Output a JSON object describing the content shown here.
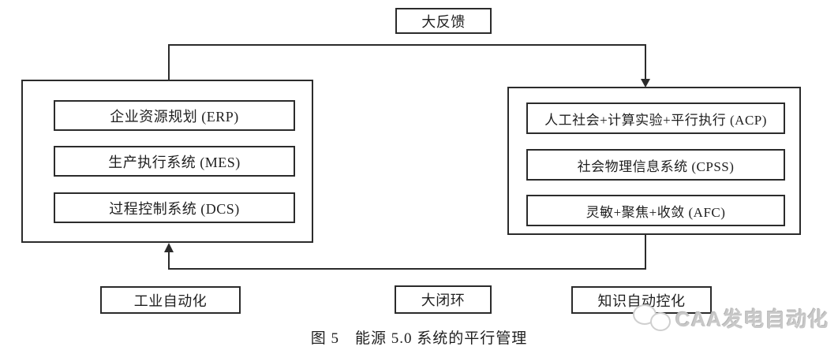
{
  "diagram": {
    "top_feedback": {
      "label": "大反馈"
    },
    "left_panel": {
      "items": [
        {
          "label": "企业资源规划 (ERP)"
        },
        {
          "label": "生产执行系统 (MES)"
        },
        {
          "label": "过程控制系统 (DCS)"
        }
      ]
    },
    "right_panel": {
      "items": [
        {
          "label": "人工社会+计算实验+平行执行 (ACP)"
        },
        {
          "label": "社会物理信息系统 (CPSS)"
        },
        {
          "label": "灵敏+聚焦+收敛 (AFC)"
        }
      ]
    },
    "bottom_boxes": {
      "industrial_automation": "工业自动化",
      "big_closed_loop": "大闭环",
      "knowledge_automation": "知识自动控化"
    },
    "caption": "图 5　能源 5.0 系统的平行管理",
    "watermark": {
      "text": "CAA发电自动化"
    },
    "colors": {
      "line": "#2b2b2b",
      "background": "#ffffff",
      "watermark": "#c8c8c8"
    }
  }
}
